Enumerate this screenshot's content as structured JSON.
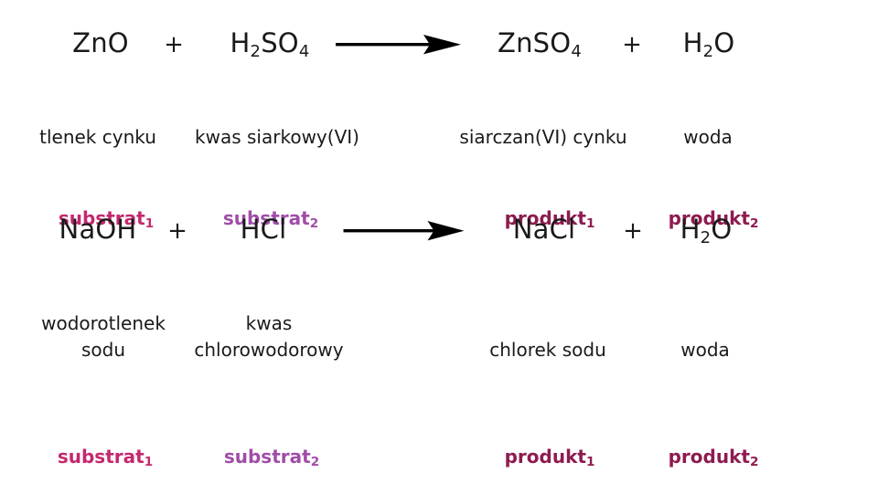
{
  "page": {
    "background_color": "#ffffff",
    "language": "pl",
    "description": "Dwa rownania reakcji chemicznych z opisem substratow i produktow"
  },
  "colors": {
    "text": "#1a1a1a",
    "substrate_1": "#c4286e",
    "substrate_2": "#a04da8",
    "product_1": "#8e1b50",
    "product_2": "#8e1b50",
    "arrow": "#000000"
  },
  "symbols": {
    "plus": "+",
    "arrow": "reaction-arrow"
  },
  "equations": [
    {
      "id": "equation-1",
      "reactants": [
        {
          "formula_html": "ZnO",
          "name": "tlenek cynku",
          "role": "substrat",
          "role_index": "1"
        },
        {
          "formula_html": "H<sub>2</sub>SO<sub>4</sub>",
          "name": "kwas siarkowy(VI)",
          "role": "substrat",
          "role_index": "2"
        }
      ],
      "products": [
        {
          "formula_html": "ZnSO<sub>4</sub>",
          "name": "siarczan(VI) cynku",
          "role": "produkt",
          "role_index": "1"
        },
        {
          "formula_html": "H<sub>2</sub>O",
          "name": "woda",
          "role": "produkt",
          "role_index": "2"
        }
      ]
    },
    {
      "id": "equation-2",
      "reactants": [
        {
          "formula_html": "NaOH",
          "name": "wodorotlenek\nsodu",
          "role": "substrat",
          "role_index": "1"
        },
        {
          "formula_html": "HCl",
          "name": "kwas\nchlorowodorowy",
          "role": "substrat",
          "role_index": "2"
        }
      ],
      "products": [
        {
          "formula_html": "NaCl",
          "name": "chlorek sodu",
          "role": "produkt",
          "role_index": "1"
        },
        {
          "formula_html": "H<sub>2</sub>O",
          "name": "woda",
          "role": "produkt",
          "role_index": "2"
        }
      ]
    }
  ]
}
